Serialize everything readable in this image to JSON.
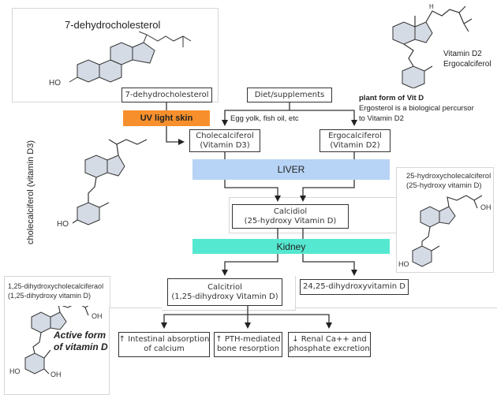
{
  "panels": {
    "top_left_title": "7-dehydrocholesterol",
    "top_right": {
      "name_line1": "Vitamin D2",
      "name_line2": "Ergocalciferol",
      "note_line1": "plant form of Vit D",
      "note_line2": "Ergosterol is a biological percursor",
      "note_line3": "to Vitamin D2"
    },
    "left_vertical_label": "cholecalciferol (vitamin D3)",
    "right_mid": {
      "line1": "25-hydroxycholecalciferol",
      "line2": "(25-hydroxy vitamin D)"
    },
    "bottom_left": {
      "line1": "1,25-dihydroxycholecalciferaol",
      "line2": "(1,25-dihydroxy vitamin D)",
      "active_line1": "Active form",
      "active_line2": "of vitamin D"
    }
  },
  "molecule_labels": {
    "ho": "HO",
    "oh": "OH",
    "h": "H"
  },
  "flow": {
    "dehydro_box": "7-dehydrocholesterol",
    "diet_box": "Diet/supplements",
    "uv_band": "UV light skin",
    "diet_note": "Egg yolk, fish oil, etc",
    "chole_box": [
      "Cholecalciferol",
      "(Vitamin D3)"
    ],
    "ergo_box": [
      "Ergocalciferol",
      "(Vitamin D2)"
    ],
    "liver_band": "LIVER",
    "calcidiol_box": [
      "Calcidiol",
      "(25-hydroxy Vitamin D)"
    ],
    "kidney_band": "Kidney",
    "calcitriol_box": [
      "Calcitriol",
      "(1,25-dihydroxy Vitamin D)"
    ],
    "dihydroxy_2425_box": "24,25-dihydroxyvitamin D",
    "effects": [
      [
        "↑ Intestinal absorption",
        "of calcium"
      ],
      [
        "↑  PTH-mediated",
        "bone resorption"
      ],
      [
        "↓ Renal Ca++ and",
        "phosphate excretion"
      ]
    ]
  },
  "colors": {
    "uv_band": "#f7902c",
    "liver_band": "#b7d3f5",
    "kidney_band": "#55e8d0",
    "ring_fill": "#d4dbe5"
  }
}
